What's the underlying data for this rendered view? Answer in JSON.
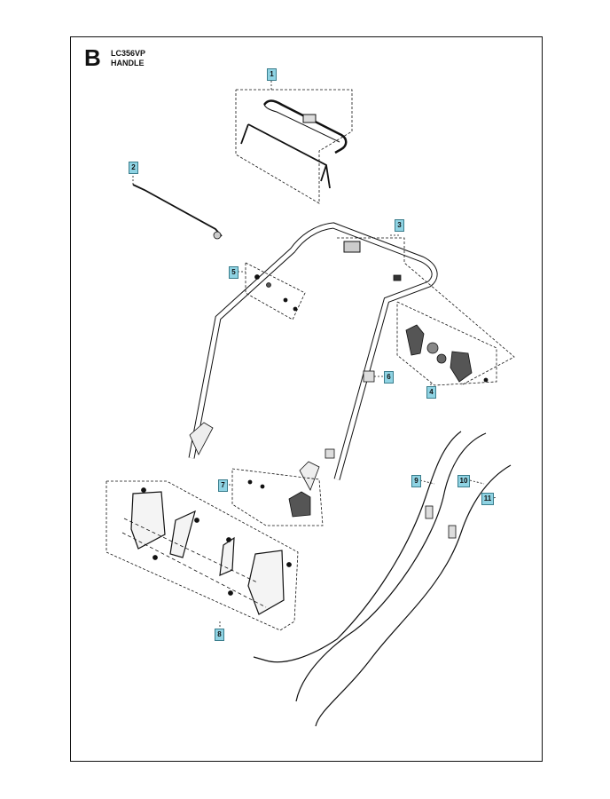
{
  "header": {
    "section_letter": "B",
    "model": "LC356VP",
    "title": "HANDLE"
  },
  "callouts": [
    {
      "id": "1",
      "label": "1"
    },
    {
      "id": "2",
      "label": "2"
    },
    {
      "id": "3",
      "label": "3"
    },
    {
      "id": "4",
      "label": "4"
    },
    {
      "id": "5",
      "label": "5"
    },
    {
      "id": "6",
      "label": "6"
    },
    {
      "id": "7",
      "label": "7"
    },
    {
      "id": "8",
      "label": "8"
    },
    {
      "id": "9",
      "label": "9"
    },
    {
      "id": "10",
      "label": "10"
    },
    {
      "id": "11",
      "label": "11"
    }
  ],
  "colors": {
    "callout_fill": "#8fd3e3",
    "line": "#111111",
    "background": "#ffffff"
  }
}
